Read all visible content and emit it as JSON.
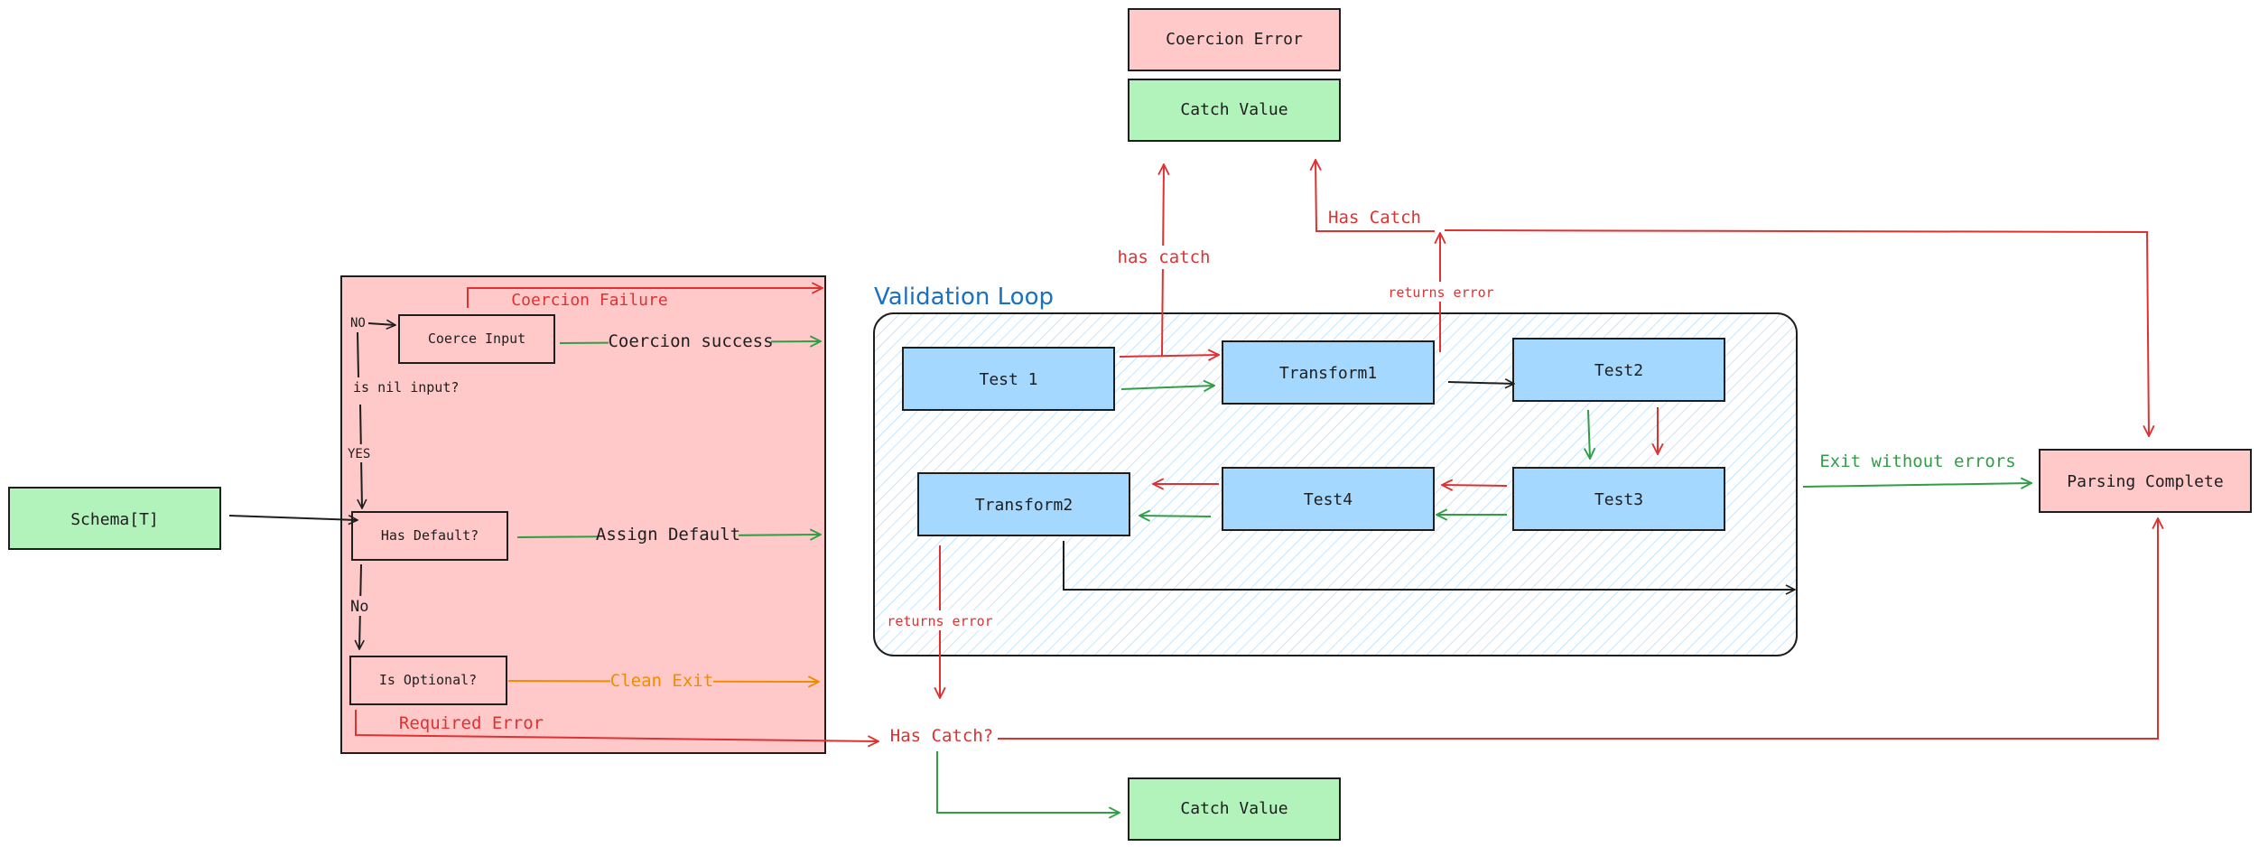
{
  "nodes": {
    "schema": "Schema[T]",
    "coerce_input": "Coerce Input",
    "has_default": "Has Default?",
    "is_optional": "Is Optional?",
    "test1": "Test 1",
    "transform1": "Transform1",
    "test2": "Test2",
    "test3": "Test3",
    "test4": "Test4",
    "transform2": "Transform2",
    "coercion_error": "Coercion Error",
    "catch_value_top": "Catch Value",
    "catch_value_bottom": "Catch Value",
    "parsing_complete": "Parsing Complete"
  },
  "labels": {
    "validation_loop": "Validation Loop",
    "no_top": "NO",
    "is_nil_input": "is nil input?",
    "yes": "YES",
    "no_lower": "No",
    "coercion_failure": "Coercion Failure",
    "coercion_success": "Coercion success",
    "assign_default": "Assign Default",
    "clean_exit": "Clean Exit",
    "required_error": "Required Error",
    "has_catch_q": "Has Catch?",
    "has_catch_lower": "has catch",
    "has_catch_upper": "Has Catch",
    "returns_error_top": "returns error",
    "returns_error_bottom": "returns error",
    "exit_without_errors": "Exit without errors"
  },
  "colors": {
    "red": "#e03131",
    "green": "#2f9e44",
    "orange": "#f08c00",
    "blue_title": "#1971c2",
    "black": "#1e1e1e",
    "pink_fill": "#ffc9c9",
    "green_fill": "#b2f2bb",
    "blue_fill": "#a5d8ff",
    "hatch": "#a5d8ff"
  }
}
